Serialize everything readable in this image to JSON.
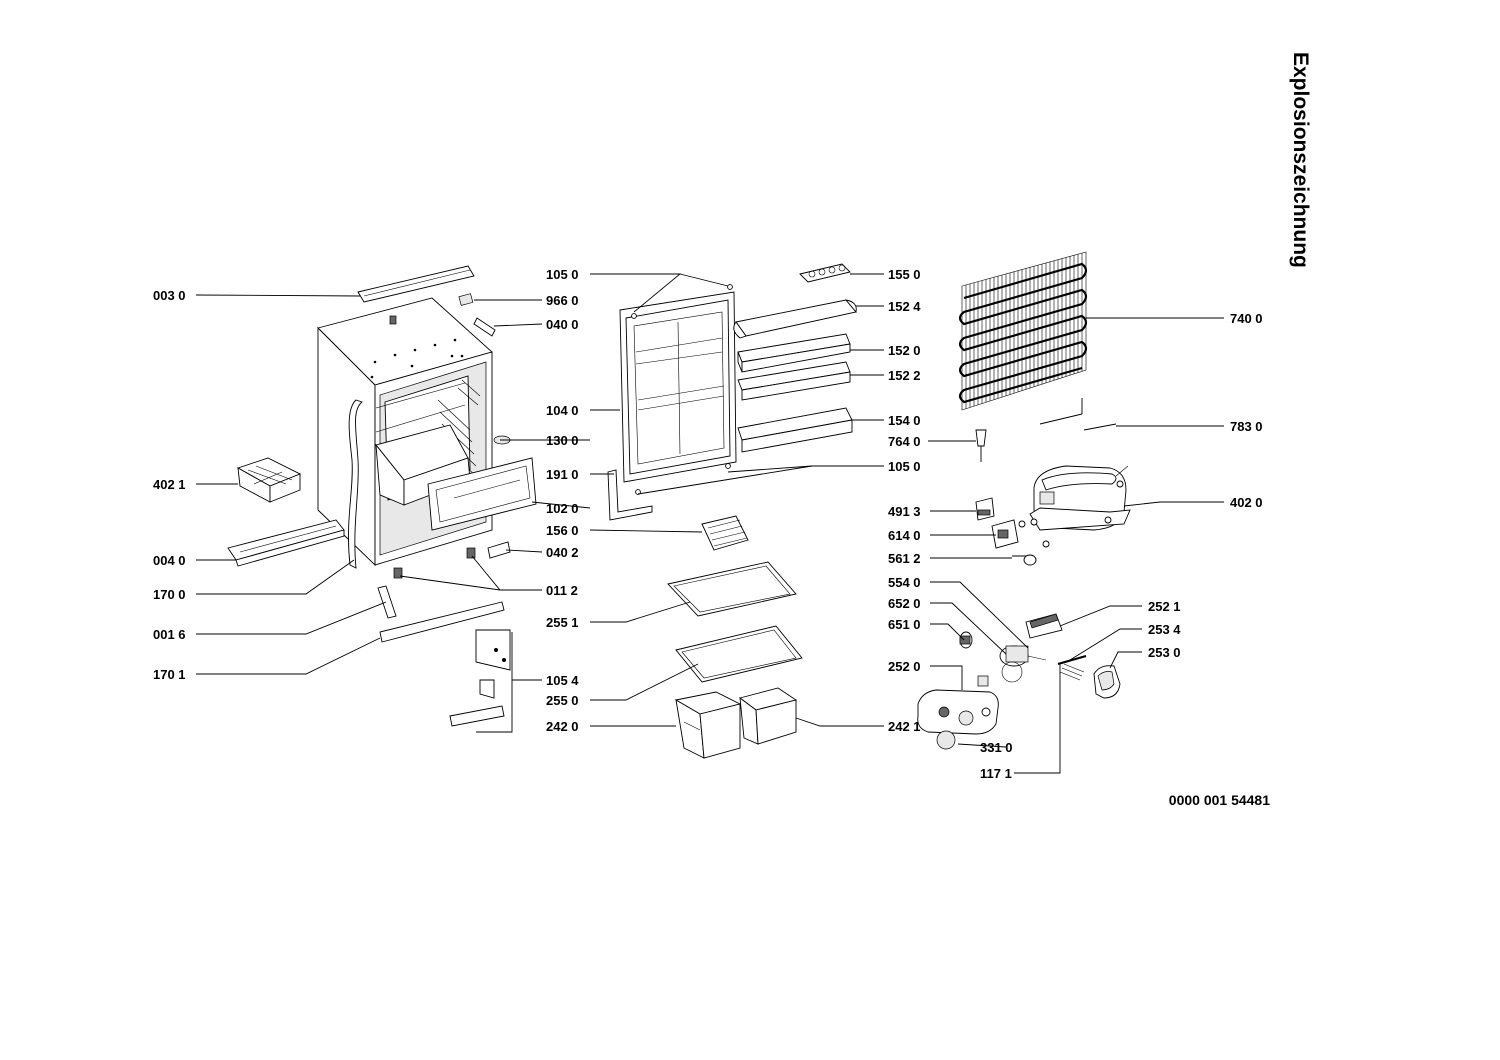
{
  "title": "Explosionszeichnung",
  "document_number": "0000 001 54481",
  "parts": [
    {
      "id": "p003_0",
      "label": "003 0"
    },
    {
      "id": "p966_0",
      "label": "966 0"
    },
    {
      "id": "p040_0",
      "label": "040 0"
    },
    {
      "id": "p402_1",
      "label": "402 1"
    },
    {
      "id": "p004_0",
      "label": "004 0"
    },
    {
      "id": "p040_2",
      "label": "040 2"
    },
    {
      "id": "p170_0",
      "label": "170 0"
    },
    {
      "id": "p011_2",
      "label": "011 2"
    },
    {
      "id": "p001_6",
      "label": "001 6"
    },
    {
      "id": "p170_1",
      "label": "170 1"
    },
    {
      "id": "p105_4",
      "label": "105 4"
    },
    {
      "id": "p105_0a",
      "label": "105 0"
    },
    {
      "id": "p104_0",
      "label": "104 0"
    },
    {
      "id": "p130_0",
      "label": "130 0"
    },
    {
      "id": "p191_0",
      "label": "191 0"
    },
    {
      "id": "p102_0",
      "label": "102 0"
    },
    {
      "id": "p156_0",
      "label": "156 0"
    },
    {
      "id": "p255_1",
      "label": "255 1"
    },
    {
      "id": "p255_0",
      "label": "255 0"
    },
    {
      "id": "p242_0",
      "label": "242 0"
    },
    {
      "id": "p155_0",
      "label": "155 0"
    },
    {
      "id": "p152_4",
      "label": "152 4"
    },
    {
      "id": "p152_0",
      "label": "152 0"
    },
    {
      "id": "p152_2",
      "label": "152 2"
    },
    {
      "id": "p154_0",
      "label": "154 0"
    },
    {
      "id": "p764_0",
      "label": "764 0"
    },
    {
      "id": "p105_0b",
      "label": "105 0"
    },
    {
      "id": "p491_3",
      "label": "491 3"
    },
    {
      "id": "p614_0",
      "label": "614 0"
    },
    {
      "id": "p561_2",
      "label": "561 2"
    },
    {
      "id": "p554_0",
      "label": "554 0"
    },
    {
      "id": "p652_0",
      "label": "652 0"
    },
    {
      "id": "p651_0",
      "label": "651 0"
    },
    {
      "id": "p252_0",
      "label": "252 0"
    },
    {
      "id": "p242_1",
      "label": "242 1"
    },
    {
      "id": "p331_0",
      "label": "331  0"
    },
    {
      "id": "p117_1",
      "label": "117  1"
    },
    {
      "id": "p740_0",
      "label": "740 0"
    },
    {
      "id": "p783_0",
      "label": "783 0"
    },
    {
      "id": "p402_0",
      "label": "402 0"
    },
    {
      "id": "p252_1",
      "label": "252  1"
    },
    {
      "id": "p253_4",
      "label": "253  4"
    },
    {
      "id": "p253_0",
      "label": "253  0"
    }
  ]
}
